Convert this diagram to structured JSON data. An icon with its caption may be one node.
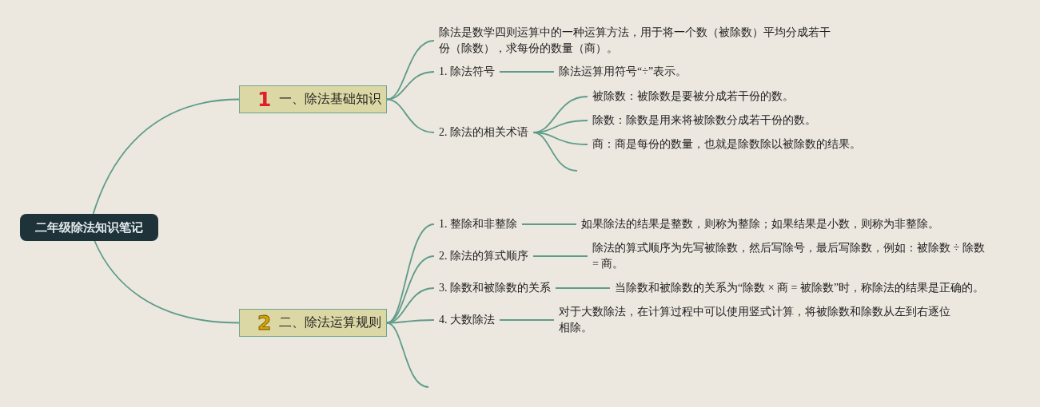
{
  "diagram": {
    "nodes": [
      {
        "text": [
          "二年级除法知识笔记"
        ]
      },
      {
        "text": [
          "1",
          "一、除法基础知识"
        ]
      },
      {
        "text": [
          "除法是数学四则运算中的一种运算方法，用于将一个数（被除数）平均分成若干份（除数），求每份的数量（商）。"
        ]
      },
      {
        "text": [
          "1. 除法符号"
        ]
      },
      {
        "text": [
          "除法运算用符号“÷”表示。"
        ]
      },
      {
        "text": [
          "2. 除法的相关术语"
        ]
      },
      {
        "text": [
          "被除数：被除数是要被分成若干份的数。"
        ]
      },
      {
        "text": [
          "除数：除数是用来将被除数分成若干份的数。"
        ]
      },
      {
        "text": [
          "商：商是每份的数量，也就是除数除以被除数的结果。"
        ]
      },
      {
        "text": [
          "2",
          "二、除法运算规则"
        ]
      },
      {
        "text": [
          "1. 整除和非整除"
        ]
      },
      {
        "text": [
          "如果除法的结果是整数，则称为整除；如果结果是小数，则称为非整除。"
        ]
      },
      {
        "text": [
          "2. 除法的算式顺序"
        ]
      },
      {
        "text": [
          "除法的算式顺序为先写被除数，然后写除号，最后写除数，例如：被除数 ÷ 除数 = 商。"
        ]
      },
      {
        "text": [
          "3. 除数和被除数的关系"
        ]
      },
      {
        "text": [
          "当除数和被除数的关系为“除数 × 商 = 被除数”时，称除法的结果是正确的。"
        ]
      },
      {
        "text": [
          "4. 大数除法"
        ]
      },
      {
        "text": [
          "对于大数除法，在计算过程中可以使用竖式计算，将被除数和除数从左到右逐位相除。"
        ]
      }
    ],
    "edges": [
      {
        "from": 0,
        "to": 1,
        "arrow": "none"
      },
      {
        "from": 0,
        "to": 9,
        "arrow": "none"
      },
      {
        "from": 1,
        "to": 2,
        "arrow": "none"
      },
      {
        "from": 1,
        "to": 3,
        "arrow": "none"
      },
      {
        "from": 1,
        "to": 5,
        "arrow": "none"
      },
      {
        "from": 3,
        "to": 4,
        "arrow": "none"
      },
      {
        "from": 5,
        "to": 6,
        "arrow": "none"
      },
      {
        "from": 5,
        "to": 7,
        "arrow": "none"
      },
      {
        "from": 5,
        "to": 8,
        "arrow": "none"
      },
      {
        "from": 5,
        "to": null,
        "arrow": "none"
      },
      {
        "from": 9,
        "to": 10,
        "arrow": "none"
      },
      {
        "from": 9,
        "to": 12,
        "arrow": "none"
      },
      {
        "from": 9,
        "to": 14,
        "arrow": "none"
      },
      {
        "from": 9,
        "to": 16,
        "arrow": "none"
      },
      {
        "from": 9,
        "to": null,
        "arrow": "none"
      },
      {
        "from": 10,
        "to": 11,
        "arrow": "none"
      },
      {
        "from": 12,
        "to": 13,
        "arrow": "none"
      },
      {
        "from": 14,
        "to": 15,
        "arrow": "none"
      },
      {
        "from": 16,
        "to": 17,
        "arrow": "none"
      }
    ]
  }
}
